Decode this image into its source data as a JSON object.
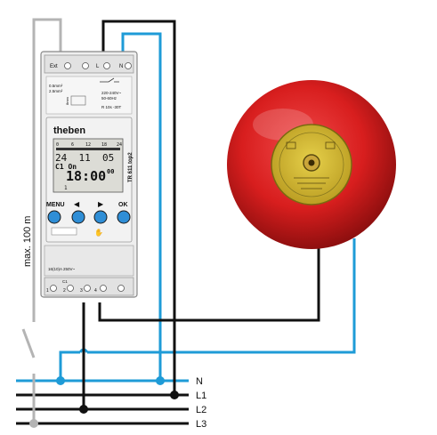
{
  "device": {
    "brand": "theben",
    "model": "TR 611 top2",
    "top_terminals": {
      "t1": "Ext",
      "t2": "L",
      "t3": "N"
    },
    "wire_spec": {
      "line1": "0.5mm²",
      "line2": "2.5mm²",
      "strip": "8mm"
    },
    "rating": {
      "line1": "220-240V~",
      "line2": "50-60Hz",
      "line3": "R 10s -30T"
    },
    "bottom_rating": "16(10)A 250V~",
    "bottom_terminals": [
      "1",
      "2",
      "3",
      "4"
    ],
    "channel_label": "C1"
  },
  "display": {
    "scale": [
      "0",
      "6",
      "12",
      "18",
      "24"
    ],
    "date": "24  11  05",
    "mode": "C1 On",
    "time": "18:00",
    "seconds": "00",
    "channel": "1"
  },
  "buttons": {
    "menu": "MENU",
    "ok": "OK",
    "left": "◀",
    "right": "▶"
  },
  "cable_label": "max. 100 m",
  "lines": [
    "N",
    "L1",
    "L2",
    "L3"
  ],
  "colors": {
    "neutral": "#1e9bd7",
    "phase": "#111111",
    "external": "#b4b4b4",
    "bell": "#d81e1e"
  }
}
